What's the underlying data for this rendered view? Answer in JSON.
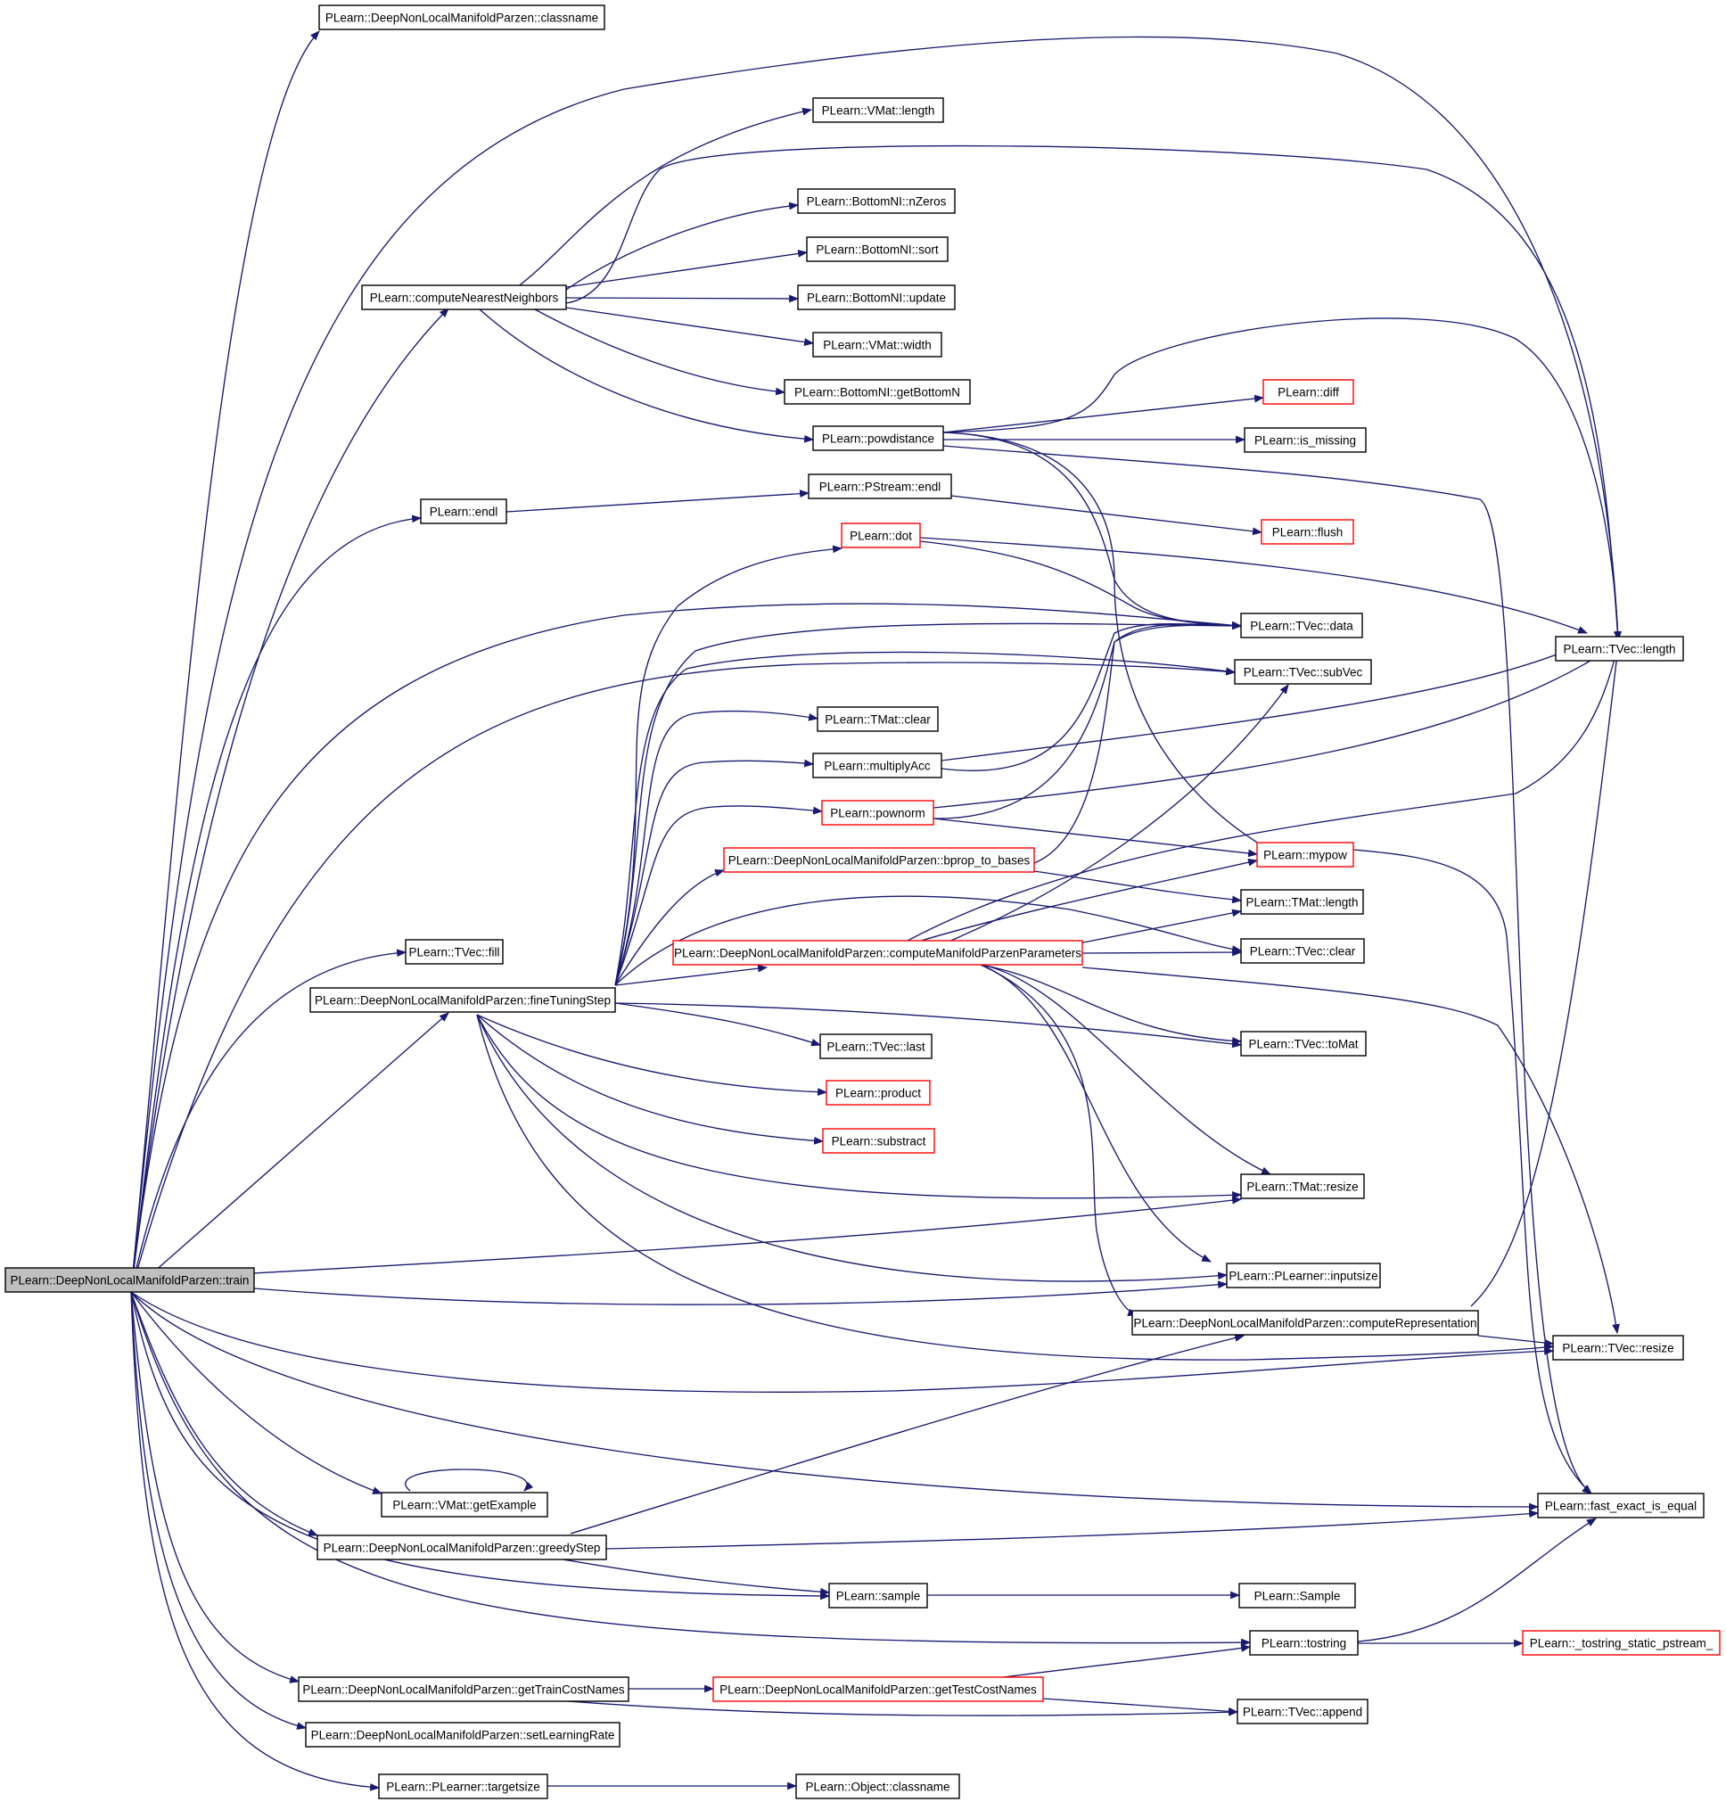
{
  "diagram": {
    "colors": {
      "edge": "#191970",
      "box_border": "#000000",
      "truncated_border": "#ff0000",
      "root_fill": "#bfbfbf",
      "background": "#ffffff"
    },
    "nodes": [
      {
        "id": "train",
        "label": "PLearn::DeepNonLocalManifoldParzen::train",
        "root": true
      },
      {
        "id": "classname",
        "label": "PLearn::DeepNonLocalManifoldParzen::classname"
      },
      {
        "id": "vmat_length",
        "label": "PLearn::VMat::length"
      },
      {
        "id": "cnn",
        "label": "PLearn::computeNearestNeighbors"
      },
      {
        "id": "nzeros",
        "label": "PLearn::BottomNI::nZeros"
      },
      {
        "id": "bsort",
        "label": "PLearn::BottomNI::sort"
      },
      {
        "id": "bupdate",
        "label": "PLearn::BottomNI::update"
      },
      {
        "id": "vwidth",
        "label": "PLearn::VMat::width"
      },
      {
        "id": "getbottomn",
        "label": "PLearn::BottomNI::getBottomN"
      },
      {
        "id": "powdistance",
        "label": "PLearn::powdistance"
      },
      {
        "id": "diff",
        "label": "PLearn::diff",
        "truncated": true
      },
      {
        "id": "ismissing",
        "label": "PLearn::is_missing"
      },
      {
        "id": "endl",
        "label": "PLearn::endl"
      },
      {
        "id": "psendl",
        "label": "PLearn::PStream::endl"
      },
      {
        "id": "flush",
        "label": "PLearn::flush",
        "truncated": true
      },
      {
        "id": "dot",
        "label": "PLearn::dot",
        "truncated": true
      },
      {
        "id": "tvdata",
        "label": "PLearn::TVec::data"
      },
      {
        "id": "subvec",
        "label": "PLearn::TVec::subVec"
      },
      {
        "id": "tvlength",
        "label": "PLearn::TVec::length"
      },
      {
        "id": "tmclear",
        "label": "PLearn::TMat::clear"
      },
      {
        "id": "multiplyacc",
        "label": "PLearn::multiplyAcc"
      },
      {
        "id": "pownorm",
        "label": "PLearn::pownorm",
        "truncated": true
      },
      {
        "id": "bprop",
        "label": "PLearn::DeepNonLocalManifoldParzen::bprop_to_bases",
        "truncated": true
      },
      {
        "id": "mypow",
        "label": "PLearn::mypow",
        "truncated": true
      },
      {
        "id": "tmlength",
        "label": "PLearn::TMat::length"
      },
      {
        "id": "cmpp",
        "label": "PLearn::DeepNonLocalManifoldParzen::computeManifoldParzenParameters",
        "truncated": true
      },
      {
        "id": "tvclear",
        "label": "PLearn::TVec::clear"
      },
      {
        "id": "tvfill",
        "label": "PLearn::TVec::fill"
      },
      {
        "id": "finetune",
        "label": "PLearn::DeepNonLocalManifoldParzen::fineTuningStep"
      },
      {
        "id": "tvlast",
        "label": "PLearn::TVec::last"
      },
      {
        "id": "tomat",
        "label": "PLearn::TVec::toMat"
      },
      {
        "id": "product",
        "label": "PLearn::product",
        "truncated": true
      },
      {
        "id": "substract",
        "label": "PLearn::substract",
        "truncated": true
      },
      {
        "id": "tmresize",
        "label": "PLearn::TMat::resize"
      },
      {
        "id": "inputsize",
        "label": "PLearn::PLearner::inputsize"
      },
      {
        "id": "comprep",
        "label": "PLearn::DeepNonLocalManifoldParzen::computeRepresentation"
      },
      {
        "id": "tvresize",
        "label": "PLearn::TVec::resize"
      },
      {
        "id": "getexample",
        "label": "PLearn::VMat::getExample"
      },
      {
        "id": "fastexact",
        "label": "PLearn::fast_exact_is_equal"
      },
      {
        "id": "greedystep",
        "label": "PLearn::DeepNonLocalManifoldParzen::greedyStep"
      },
      {
        "id": "sample",
        "label": "PLearn::sample"
      },
      {
        "id": "Sample",
        "label": "PLearn::Sample"
      },
      {
        "id": "tostring",
        "label": "PLearn::tostring"
      },
      {
        "id": "tostringsp",
        "label": "PLearn::_tostring_static_pstream_",
        "truncated": true
      },
      {
        "id": "gettraincost",
        "label": "PLearn::DeepNonLocalManifoldParzen::getTrainCostNames"
      },
      {
        "id": "gettestcost",
        "label": "PLearn::DeepNonLocalManifoldParzen::getTestCostNames",
        "truncated": true
      },
      {
        "id": "tvappend",
        "label": "PLearn::TVec::append"
      },
      {
        "id": "setlr",
        "label": "PLearn::DeepNonLocalManifoldParzen::setLearningRate"
      },
      {
        "id": "targetsize",
        "label": "PLearn::PLearner::targetsize"
      },
      {
        "id": "objclassname",
        "label": "PLearn::Object::classname"
      }
    ]
  }
}
